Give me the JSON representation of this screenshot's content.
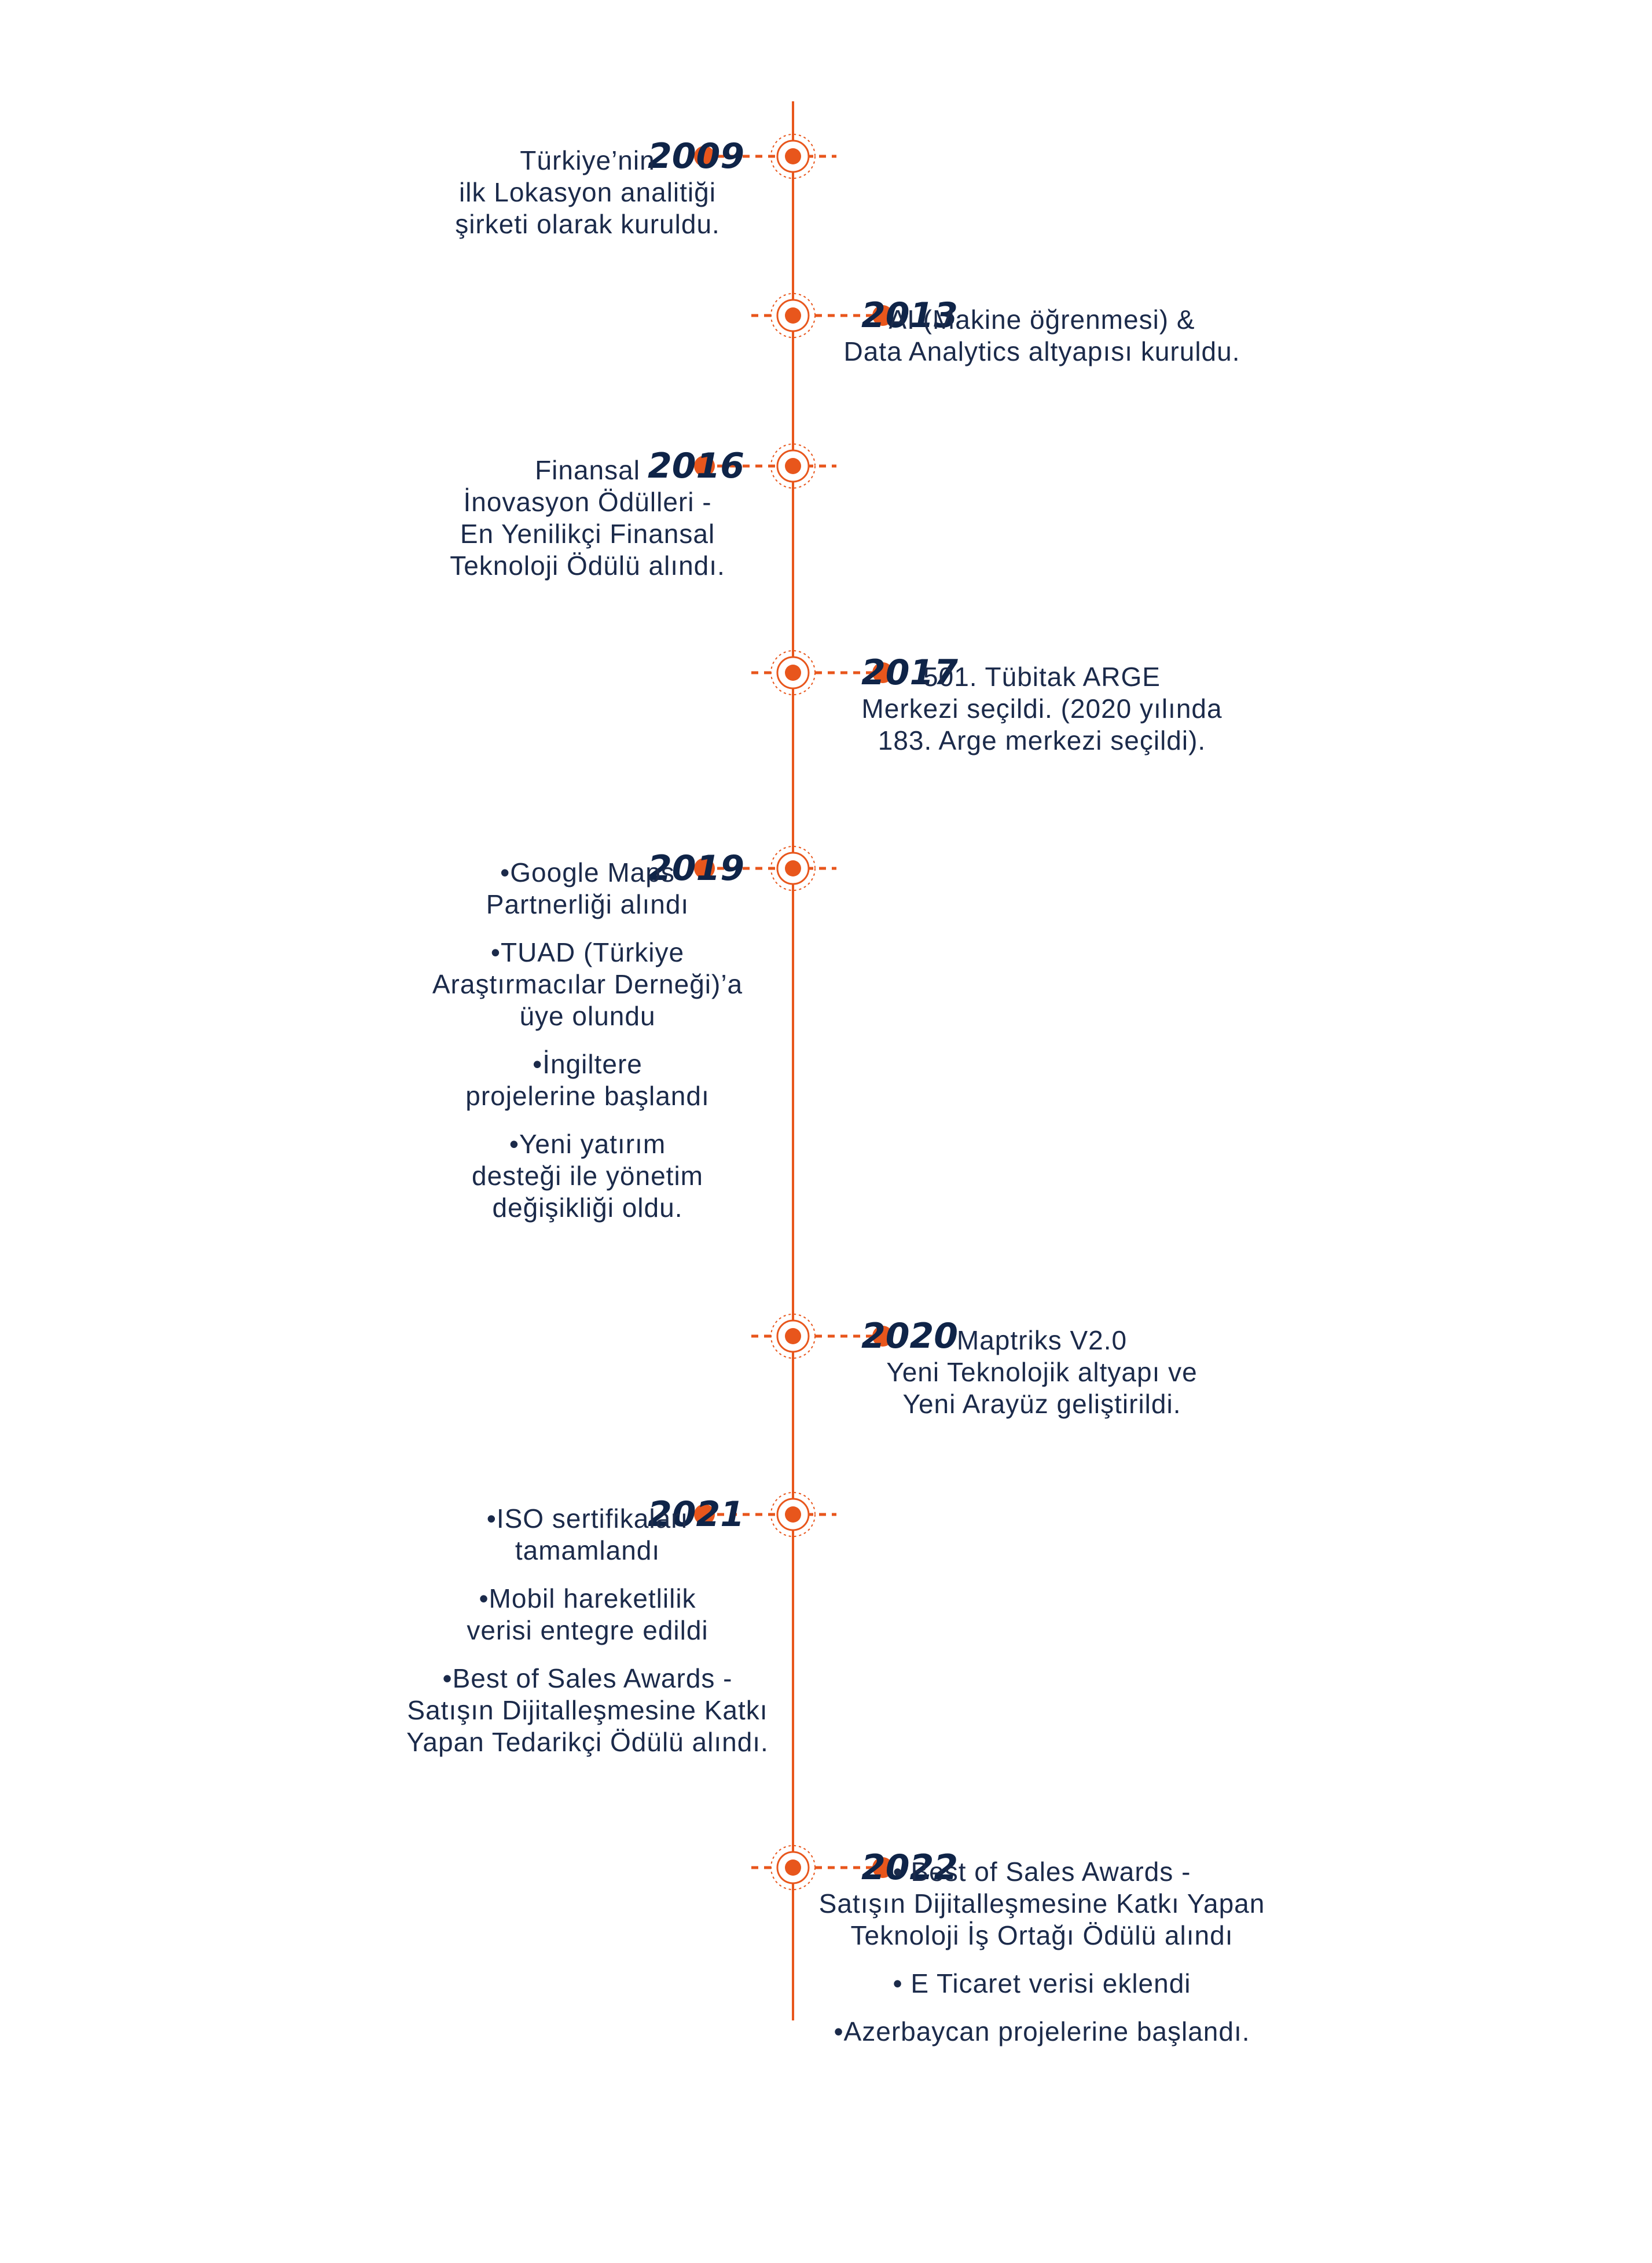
{
  "colors": {
    "accent": "#e8561c",
    "navy": "#0f2448",
    "text": "#1b2a4a"
  },
  "entries": [
    {
      "year": "2009",
      "side": "left",
      "items": [
        [
          "Türkiye’nin",
          "ilk Lokasyon analitiği",
          "şirketi olarak kuruldu."
        ]
      ]
    },
    {
      "year": "2013",
      "side": "right",
      "items": [
        [
          "AI (Makine öğrenmesi) &",
          "Data Analytics altyapısı kuruldu."
        ]
      ]
    },
    {
      "year": "2016",
      "side": "left",
      "items": [
        [
          "Finansal",
          "İnovasyon Ödülleri -",
          "En Yenilikçi Finansal",
          "Teknoloji Ödülü alındı."
        ]
      ]
    },
    {
      "year": "2017",
      "side": "right",
      "items": [
        [
          "501. Tübitak ARGE",
          "Merkezi seçildi. (2020 yılında",
          "183. Arge merkezi seçildi)."
        ]
      ]
    },
    {
      "year": "2019",
      "side": "left",
      "items": [
        [
          "•Google Maps",
          "Partnerliği alındı"
        ],
        [
          "•TUAD (Türkiye",
          "Araştırmacılar Derneği)’a",
          "üye olundu"
        ],
        [
          "•İngiltere",
          "projelerine başlandı"
        ],
        [
          "•Yeni yatırım",
          "desteği ile yönetim",
          "değişikliği oldu."
        ]
      ]
    },
    {
      "year": "2020",
      "side": "right",
      "items": [
        [
          "Maptriks V2.0",
          "Yeni Teknolojik altyapı ve",
          "Yeni Arayüz geliştirildi."
        ]
      ]
    },
    {
      "year": "2021",
      "side": "left",
      "items": [
        [
          "•ISO sertifikaları",
          "tamamlandı"
        ],
        [
          "•Mobil hareketlilik",
          "verisi entegre edildi"
        ],
        [
          "•Best of Sales Awards -",
          "Satışın Dijitalleşmesine Katkı",
          "Yapan Tedarikçi Ödülü alındı."
        ]
      ]
    },
    {
      "year": "2022",
      "side": "right",
      "items": [
        [
          "• Best of Sales Awards -",
          "Satışın Dijitalleşmesine Katkı Yapan",
          "Teknoloji İş Ortağı Ödülü alındı"
        ],
        [
          "• E Ticaret verisi eklendi"
        ],
        [
          "•Azerbaycan projelerine başlandı."
        ]
      ]
    }
  ]
}
